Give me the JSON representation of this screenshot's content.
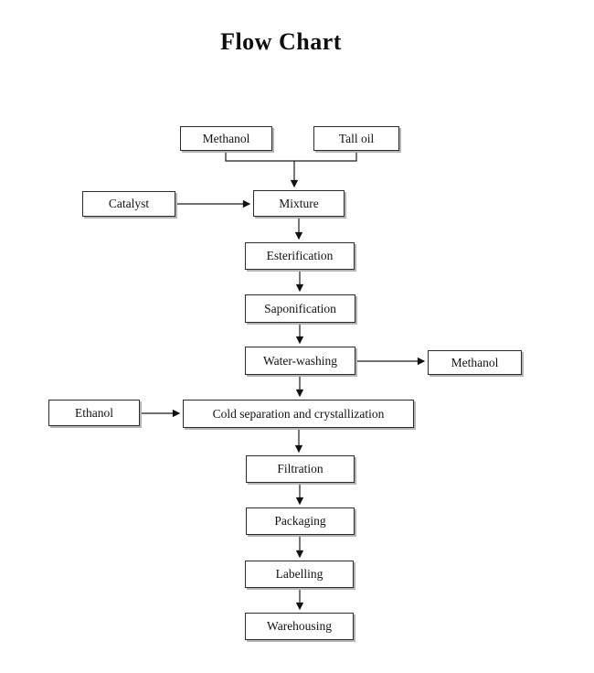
{
  "title": "Flow Chart",
  "colors": {
    "ink": "#111111",
    "box_border": "#2b2b2b",
    "box_fill": "#ffffff",
    "box_shadow": "#b5b5b5"
  },
  "flowchart": {
    "nodes": {
      "methanol_input": "Methanol",
      "tall_oil": "Tall oil",
      "catalyst": "Catalyst",
      "mixture": "Mixture",
      "esterification": "Esterification",
      "saponification": "Saponification",
      "water_washing": "Water-washing",
      "methanol_out": "Methanol",
      "ethanol": "Ethanol",
      "cold_separation": "Cold separation and crystallization",
      "filtration": "Filtration",
      "packaging": "Packaging",
      "labelling": "Labelling",
      "warehousing": "Warehousing"
    },
    "edges": [
      {
        "from": "Methanol",
        "to": "Mixture"
      },
      {
        "from": "Tall oil",
        "to": "Mixture"
      },
      {
        "from": "Catalyst",
        "to": "Mixture"
      },
      {
        "from": "Mixture",
        "to": "Esterification"
      },
      {
        "from": "Esterification",
        "to": "Saponification"
      },
      {
        "from": "Saponification",
        "to": "Water-washing"
      },
      {
        "from": "Water-washing",
        "to": "Methanol"
      },
      {
        "from": "Water-washing",
        "to": "Cold separation and crystallization"
      },
      {
        "from": "Ethanol",
        "to": "Cold separation and crystallization"
      },
      {
        "from": "Cold separation and crystallization",
        "to": "Filtration"
      },
      {
        "from": "Filtration",
        "to": "Packaging"
      },
      {
        "from": "Packaging",
        "to": "Labelling"
      },
      {
        "from": "Labelling",
        "to": "Warehousing"
      }
    ]
  }
}
